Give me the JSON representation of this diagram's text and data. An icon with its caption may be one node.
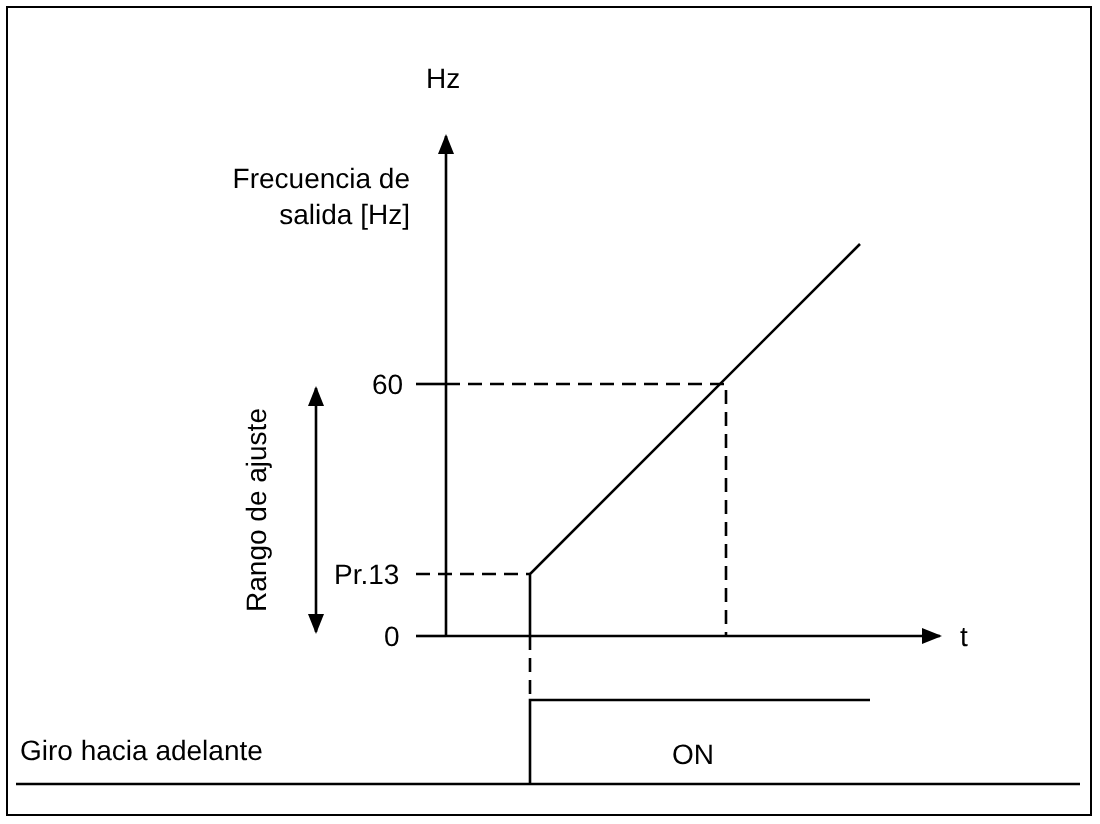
{
  "diagram": {
    "labels": [
      "Hz",
      "Frecuencia de salida [Hz]",
      "Rango de ajuste",
      "60",
      "Pr.13",
      "0",
      "t",
      "Giro hacia adelante",
      "ON"
    ]
  }
}
